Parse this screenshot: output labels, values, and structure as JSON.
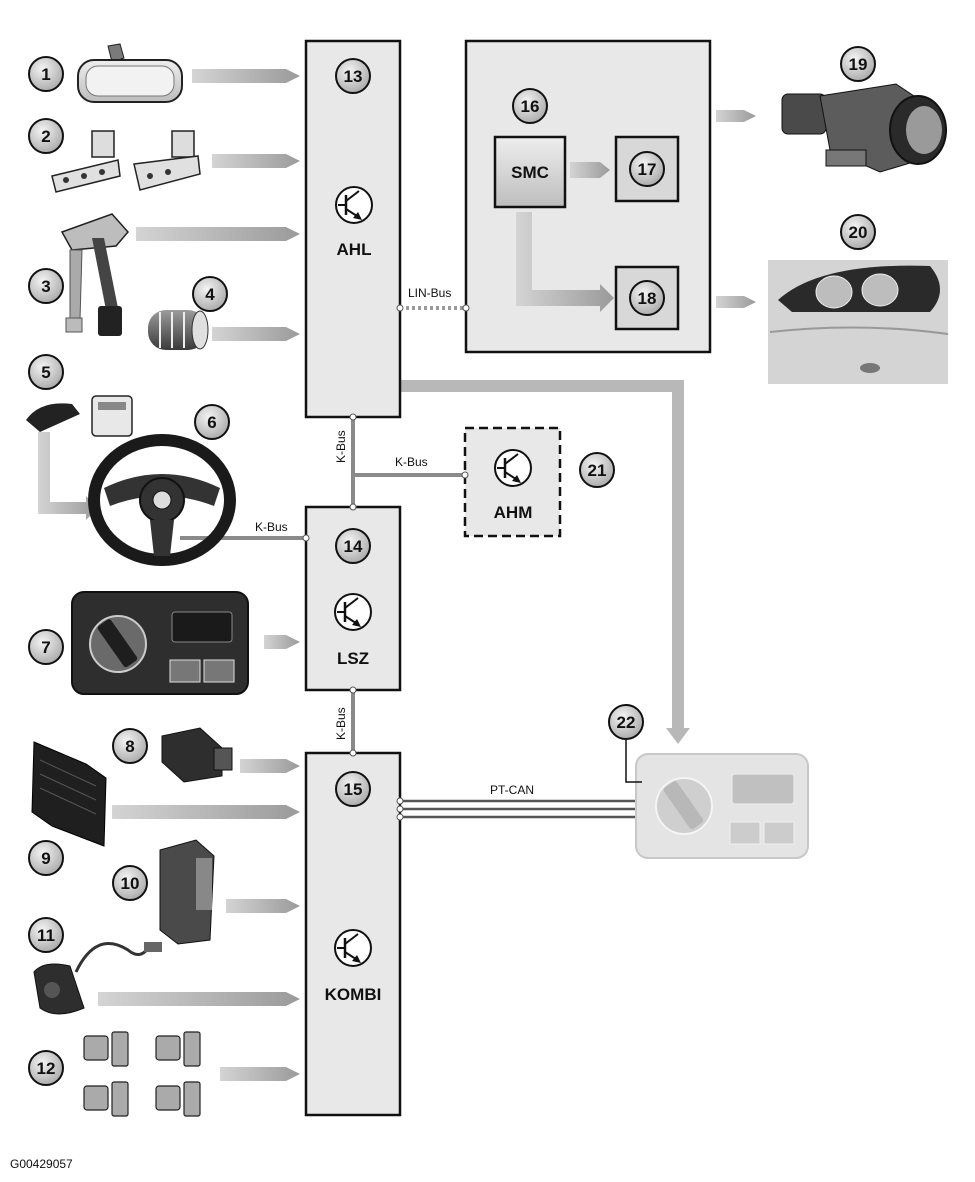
{
  "units": {
    "ahl": {
      "label": "AHL",
      "number": "13"
    },
    "lsz": {
      "label": "LSZ",
      "number": "14"
    },
    "kombi": {
      "label": "KOMBI",
      "number": "15"
    },
    "ahm": {
      "label": "AHM",
      "number": "21"
    },
    "smc": {
      "label": "SMC",
      "number": "16"
    },
    "module_17": {
      "number": "17"
    },
    "module_18": {
      "number": "18"
    }
  },
  "components": {
    "c1": "1",
    "c2": "2",
    "c3": "3",
    "c4": "4",
    "c5": "5",
    "c6": "6",
    "c7": "7",
    "c8": "8",
    "c9": "9",
    "c10": "10",
    "c11": "11",
    "c12": "12",
    "c19": "19",
    "c20": "20",
    "c22": "22"
  },
  "buses": {
    "lin": "LIN-Bus",
    "kbus_vertical_top": "K-Bus",
    "kbus_ahm": "K-Bus",
    "kbus_wheel": "K-Bus",
    "kbus_vertical_bottom": "K-Bus",
    "ptcan": "PT-CAN"
  },
  "figure_code": "G00429057",
  "colors": {
    "background": "#ffffff",
    "ecu_fill": "#e8e8e8",
    "line": "#111111",
    "bus_line": "#8a8a8a",
    "arrow": "#a9a9a9",
    "badge": "#cfcfcf",
    "faded_component": "#dcdcdc"
  }
}
